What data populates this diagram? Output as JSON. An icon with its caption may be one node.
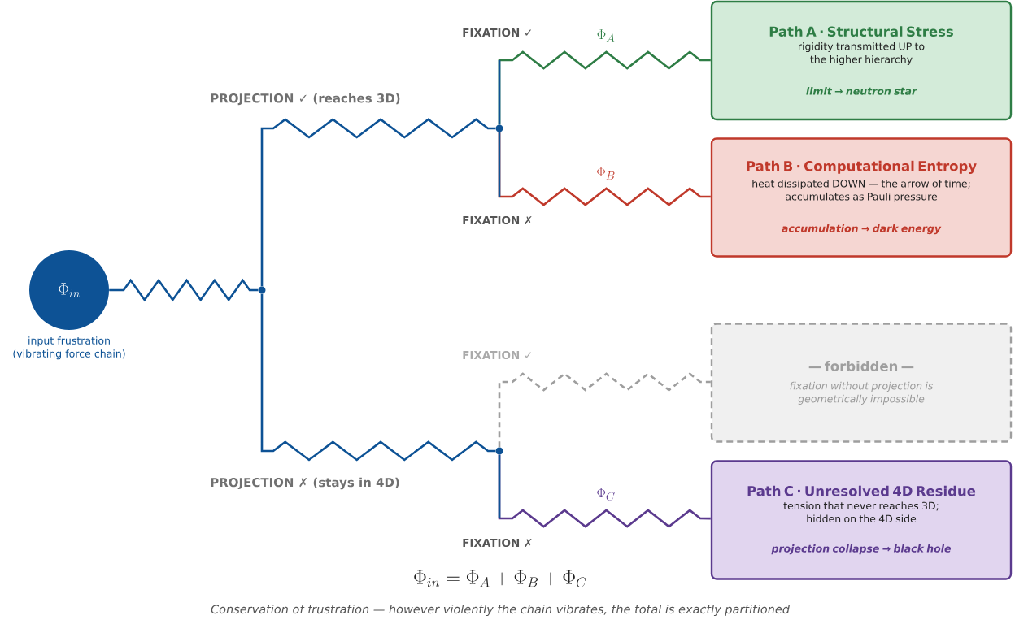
{
  "diagram": {
    "caption": "Conservation of frustration — however violently the chain vibrates, the total is exactly partitioned",
    "nodes": [
      {
        "text": [
          "\\Phi_{in}"
        ],
        "beside": [
          "input frustration (vibrating force chain)"
        ]
      },
      {
        "text": [],
        "shape": "circle"
      },
      {
        "text": [],
        "shape": "circle"
      },
      {
        "text": [],
        "shape": "circle"
      },
      {
        "text": [
          "Path A · Structural Stress",
          "rigidity transmitted UP to the higher hierarchy",
          "limit → neutron star"
        ]
      },
      {
        "text": [
          "Path B · Computational Entropy",
          "heat dissipated DOWN — the arrow of time; accumulates as Pauli pressure",
          "accumulation → dark energy"
        ]
      },
      {
        "text": [
          "— forbidden —",
          "fixation without projection is geometrically impossible"
        ]
      },
      {
        "text": [
          "Path C · Unresolved 4D Residue",
          "tension that never reaches 3D; hidden on the 4D side",
          "projection collapse → black hole"
        ]
      }
    ],
    "edges": [
      {
        "from": 0,
        "to": 1,
        "arrow": "none",
        "color": "#0d5295"
      },
      {
        "from": 1,
        "to": 2,
        "arrow": "none",
        "label": "PROJECTION ✓ (reaches 3D)",
        "color": "#0d5295"
      },
      {
        "from": 1,
        "to": 3,
        "arrow": "none",
        "label": "PROJECTION ✗ (stays in 4D)",
        "color": "#0d5295"
      },
      {
        "from": 2,
        "to": 4,
        "arrow": "none",
        "label": "\\Phi_A",
        "color": "#2e7d45"
      },
      {
        "from": 2,
        "to": 5,
        "arrow": "none",
        "label": "\\Phi_B",
        "color": "#c0392b"
      },
      {
        "from": 3,
        "to": 6,
        "arrow": "none",
        "style": "dashed",
        "color": "#9e9e9e"
      },
      {
        "from": 3,
        "to": 7,
        "arrow": "none",
        "label": "\\Phi_C",
        "color": "#5b3a8e"
      }
    ],
    "labels": [
      "FIXATION ✓",
      "FIXATION ✗",
      "FIXATION ✓",
      "FIXATION ✗",
      "\\Phi_{in} = \\Phi_A + \\Phi_B + \\Phi_C"
    ]
  }
}
